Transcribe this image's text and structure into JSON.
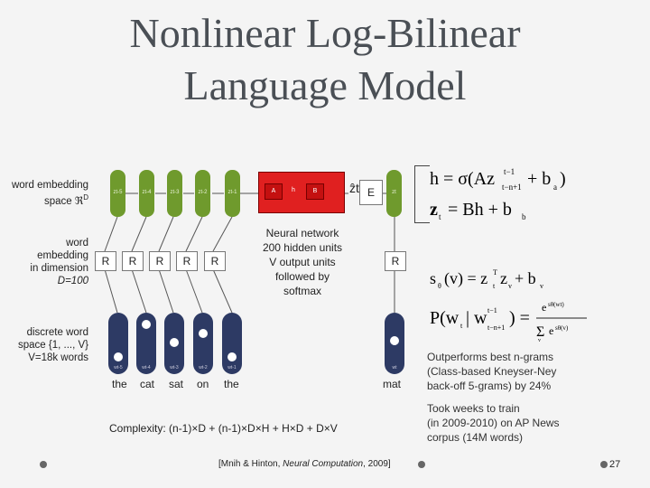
{
  "title": {
    "line1": "Nonlinear Log-Bilinear",
    "line2": "Language Model"
  },
  "labels": {
    "embedding_space": [
      "word embedding",
      "space ℜ",
      "D"
    ],
    "embedding_dim": [
      "word",
      "embedding",
      "in dimension",
      "D=100"
    ],
    "discrete_space": [
      "discrete word",
      "space {1, ..., V}",
      "V=18k words"
    ]
  },
  "context_nodes": [
    "zt-5",
    "zt-4",
    "zt-3",
    "zt-2",
    "zt-1"
  ],
  "input_words": [
    "the",
    "cat",
    "sat",
    "on",
    "the"
  ],
  "input_word_labels": [
    "wt-5",
    "wt-4",
    "wt-3",
    "wt-2",
    "wt-1"
  ],
  "target_word": "mat",
  "target_word_label": "wt",
  "r_label": "R",
  "e_label": "E",
  "zhat_label": "ẑt",
  "zt_label": "zt",
  "network_parts": {
    "a": "A",
    "h": "h",
    "b": "B"
  },
  "neural_network_text": [
    "Neural network",
    "200 hidden units",
    "V output units",
    "followed by",
    "softmax"
  ],
  "equations": {
    "h_eq": "h = σ(A z_{t-n+1}^{t-1} + b_a)",
    "z_eq": "ẑt = B h + b_b",
    "s_eq": "s_θ(v) = ẑt^T zv + bv",
    "p_eq": "P(wt | w_{t-n+1}^{t-1}) = e^{s_θ(wt)} / Σ_v e^{s_θ(v)}"
  },
  "right_notes": {
    "outperforms": [
      "Outperforms best n-grams",
      "(Class-based Kneyser-Ney",
      "back-off 5-grams) by 24%"
    ],
    "weeks": [
      "Took weeks to train",
      "(in 2009-2010) on AP News",
      "corpus (14M words)"
    ]
  },
  "complexity": "Complexity: (n-1)×D + (n-1)×D×H + H×D + D×V",
  "citation": {
    "pre": "[Mnih & Hinton, ",
    "journal": "Neural Computation",
    "post": ", 2009]"
  },
  "page_number": "27",
  "colors": {
    "embedding_green": "#6f9a2d",
    "network_red": "#e02020",
    "word_blue": "#2d3a64",
    "title_gray": "#4a4f55"
  }
}
